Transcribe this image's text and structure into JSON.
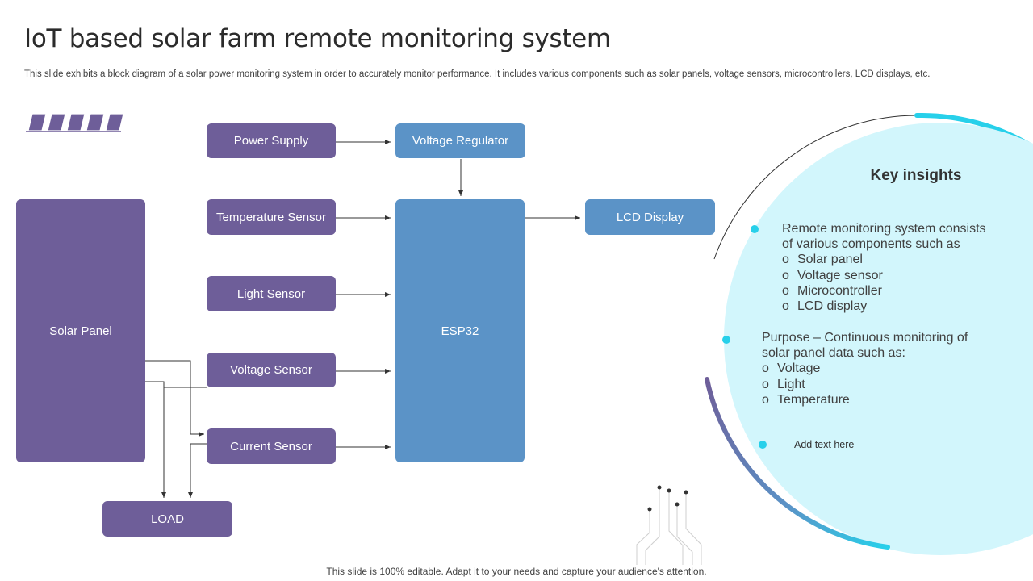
{
  "header": {
    "title": "IoT based solar farm remote monitoring system",
    "subtitle": "This slide exhibits a block diagram of a solar power monitoring system in order to accurately monitor performance. It includes various components such as solar panels, voltage sensors, microcontrollers, LCD displays, etc."
  },
  "diagram": {
    "solar_panel": "Solar Panel",
    "power_supply": "Power Supply",
    "temperature_sensor": "Temperature Sensor",
    "light_sensor": "Light Sensor",
    "voltage_sensor": "Voltage Sensor",
    "current_sensor": "Current Sensor",
    "voltage_regulator": "Voltage Regulator",
    "esp32": "ESP32",
    "lcd_display": "LCD Display",
    "load": "LOAD"
  },
  "insights": {
    "heading": "Key insights",
    "point1": {
      "text": "Remote monitoring system consists of various components such as",
      "items": [
        "Solar panel",
        "Voltage sensor",
        "Microcontroller",
        "LCD display"
      ]
    },
    "point2": {
      "text": "Purpose – Continuous monitoring of solar panel data such as:",
      "items": [
        "Voltage",
        "Light",
        "Temperature"
      ]
    },
    "point3": {
      "text": "Add text here"
    },
    "sub_marker": "o"
  },
  "footer": {
    "text": "This slide is 100% editable. Adapt it to your needs and capture your audience's attention."
  },
  "colors": {
    "purple_block": "#6e5e99",
    "blue_block": "#5b93c7",
    "insight_circle": "#d2f6fc",
    "accent_cyan": "#27d0ea"
  }
}
